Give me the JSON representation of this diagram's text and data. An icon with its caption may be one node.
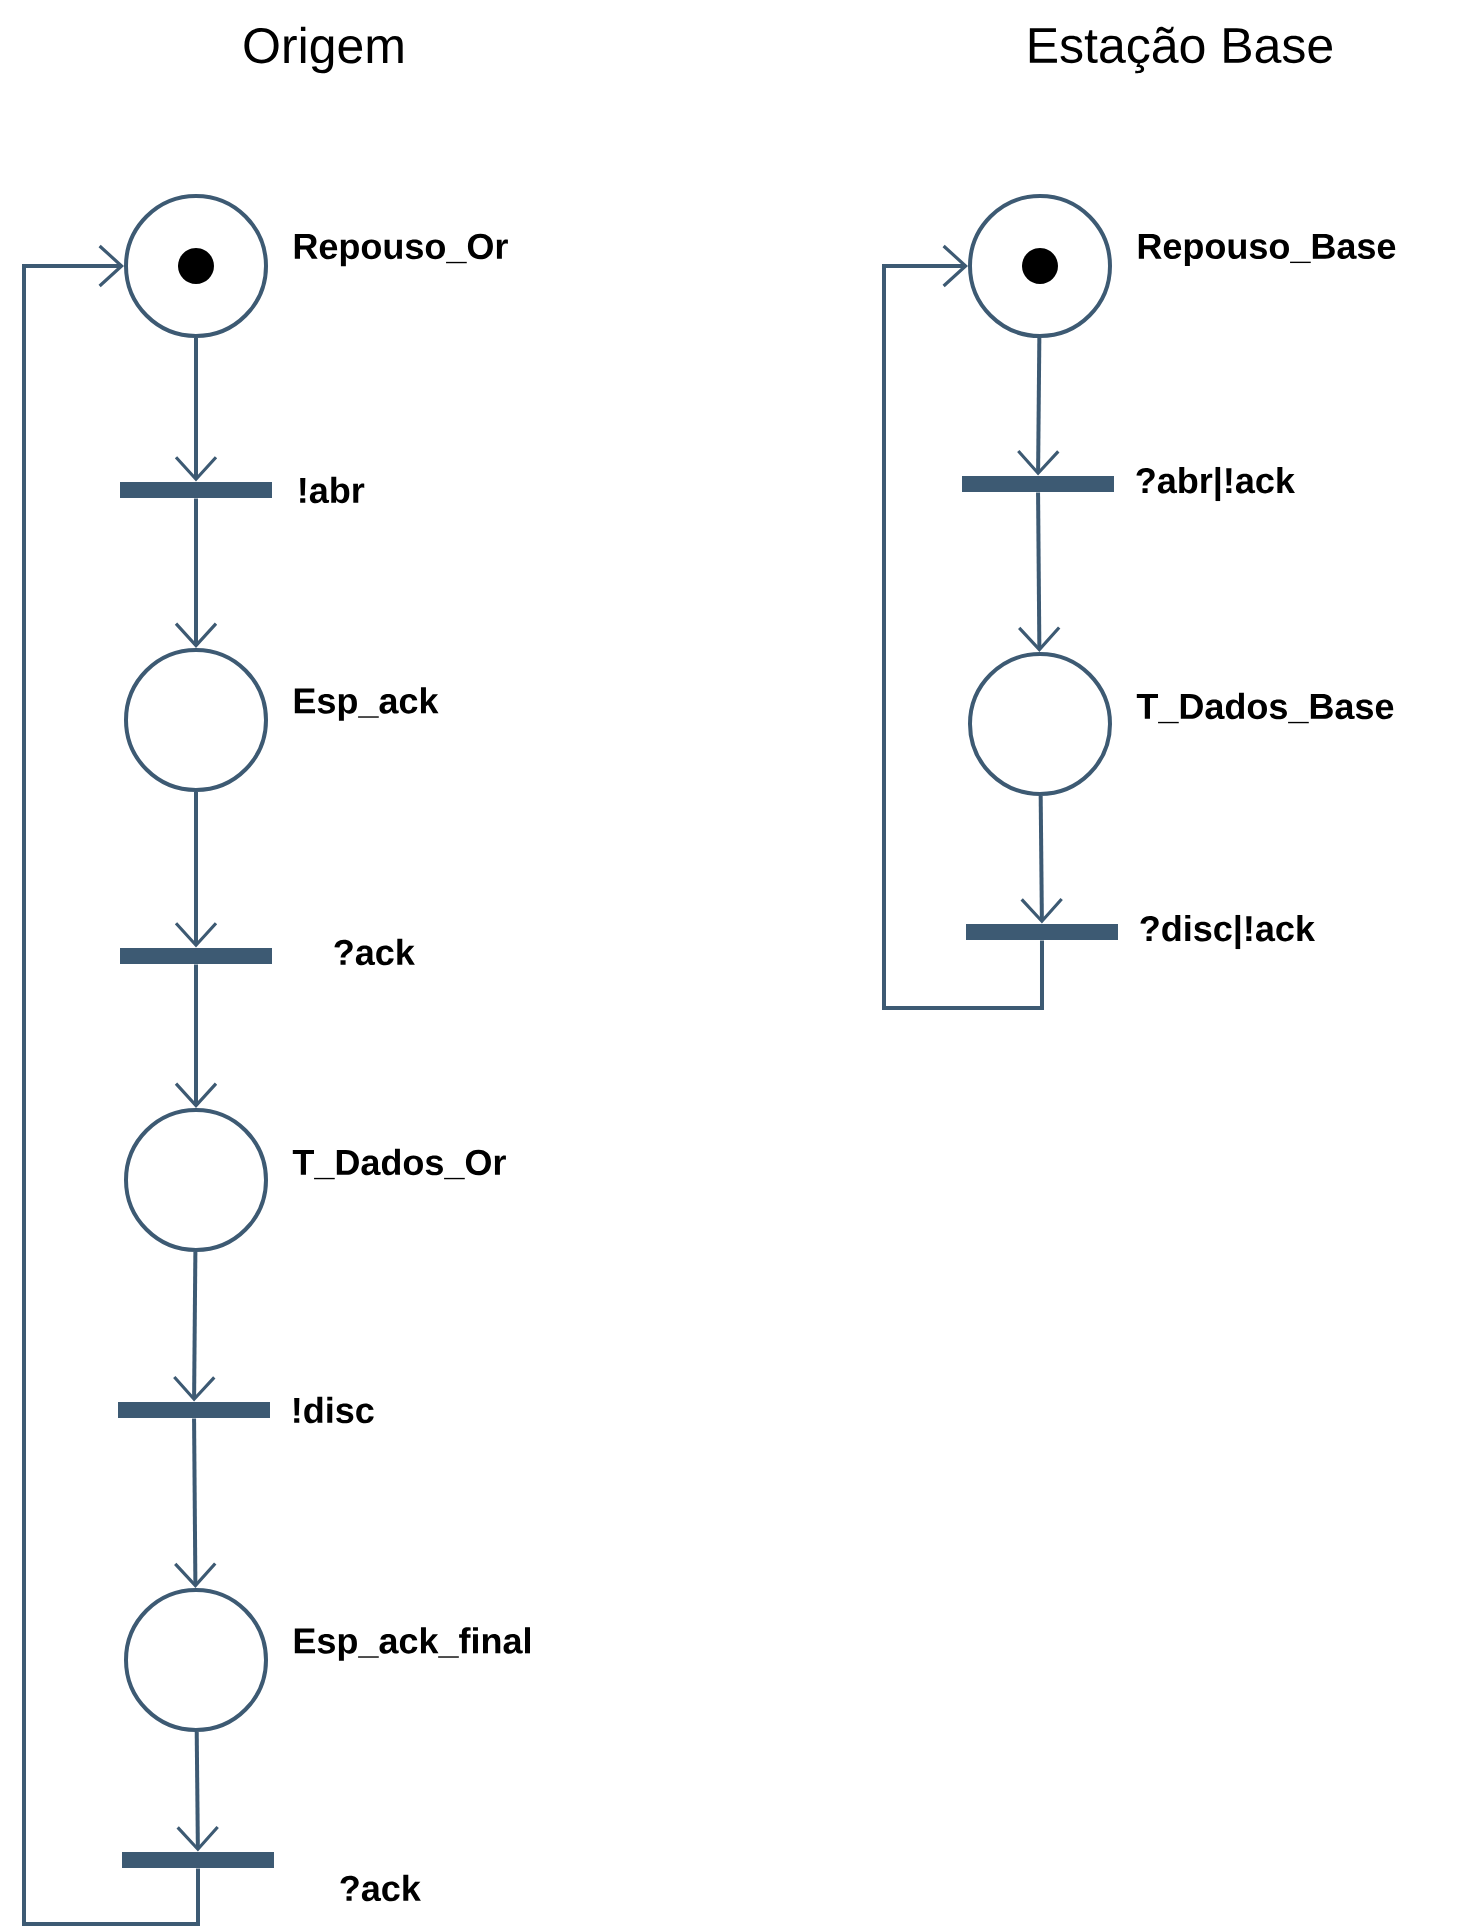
{
  "diagram": {
    "nodes": [
      {
        "text": [],
        "shape": "circle",
        "beside": [
          "Repouso_Or"
        ]
      },
      {
        "text": [],
        "shape": "bar",
        "beside": [
          "!abr"
        ]
      },
      {
        "text": [],
        "shape": "circle",
        "beside": [
          "Esp_ack"
        ]
      },
      {
        "text": [],
        "shape": "bar",
        "beside": [
          "?ack"
        ]
      },
      {
        "text": [],
        "shape": "circle",
        "beside": [
          "T_Dados_Or"
        ]
      },
      {
        "text": [],
        "shape": "bar",
        "beside": [
          "!disc"
        ]
      },
      {
        "text": [],
        "shape": "circle",
        "beside": [
          "Esp_ack_final"
        ]
      },
      {
        "text": [],
        "shape": "bar",
        "beside": [
          "?ack"
        ]
      },
      {
        "text": [],
        "shape": "circle",
        "beside": [
          "Repouso_Base"
        ]
      },
      {
        "text": [],
        "shape": "bar",
        "beside": [
          "?abr|!ack"
        ]
      },
      {
        "text": [],
        "shape": "circle",
        "beside": [
          "T_Dados_Base"
        ]
      },
      {
        "text": [],
        "shape": "bar",
        "beside": [
          "?disc|!ack"
        ]
      }
    ],
    "edges": [
      {
        "from": 0,
        "to": 1,
        "arrow": "to"
      },
      {
        "from": 1,
        "to": 2,
        "arrow": "to"
      },
      {
        "from": 2,
        "to": 3,
        "arrow": "to"
      },
      {
        "from": 3,
        "to": 4,
        "arrow": "to"
      },
      {
        "from": 4,
        "to": 5,
        "arrow": "to"
      },
      {
        "from": 5,
        "to": 6,
        "arrow": "to"
      },
      {
        "from": 6,
        "to": 7,
        "arrow": "to"
      },
      {
        "from": 7,
        "to": 0,
        "arrow": "to"
      },
      {
        "from": 8,
        "to": 9,
        "arrow": "to"
      },
      {
        "from": 9,
        "to": 10,
        "arrow": "to"
      },
      {
        "from": 10,
        "to": 11,
        "arrow": "to"
      },
      {
        "from": 11,
        "to": 8,
        "arrow": "to"
      }
    ],
    "labels": [
      "Origem",
      "Estação Base"
    ]
  }
}
